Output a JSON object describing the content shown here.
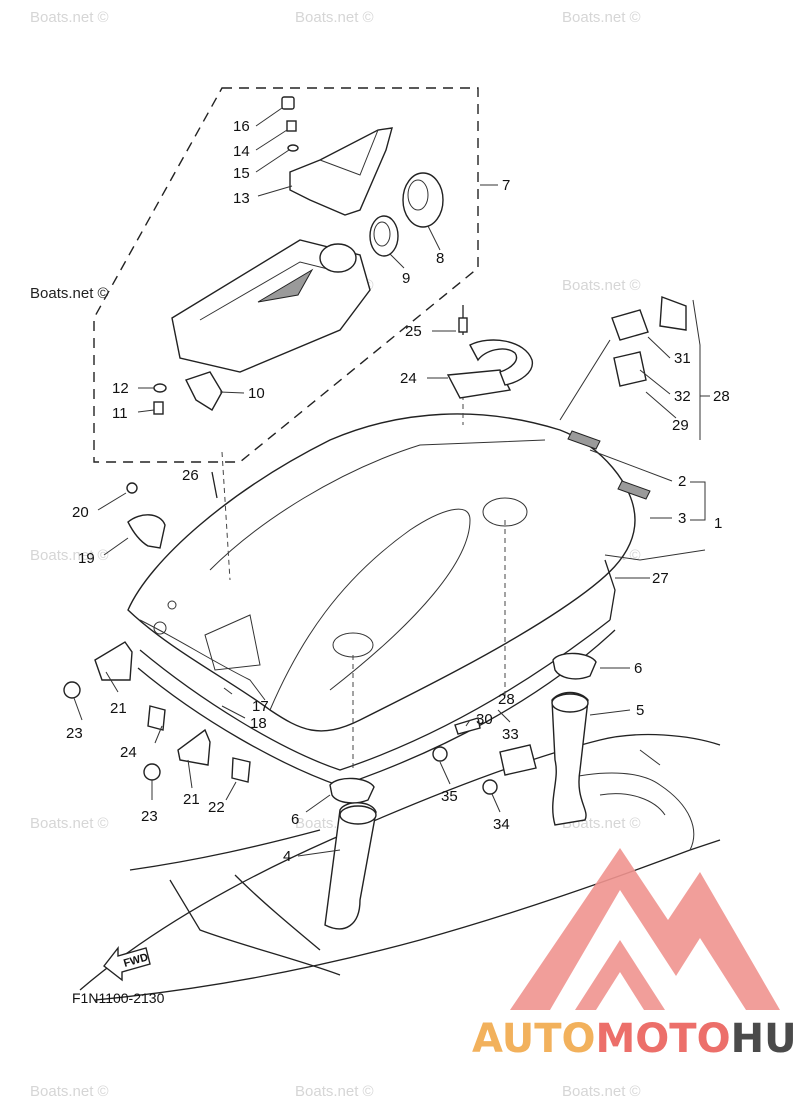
{
  "diagram": {
    "code": "F1N1100-2130",
    "fwd_label": "FWD",
    "watermark_text": "Boats.net ©",
    "parts": [
      {
        "id": "p16",
        "label": "16"
      },
      {
        "id": "p14",
        "label": "14"
      },
      {
        "id": "p15",
        "label": "15"
      },
      {
        "id": "p13",
        "label": "13"
      },
      {
        "id": "p7",
        "label": "7"
      },
      {
        "id": "p8",
        "label": "8"
      },
      {
        "id": "p9",
        "label": "9"
      },
      {
        "id": "p12",
        "label": "12"
      },
      {
        "id": "p10",
        "label": "10"
      },
      {
        "id": "p11",
        "label": "11"
      },
      {
        "id": "p25",
        "label": "25"
      },
      {
        "id": "p24a",
        "label": "24"
      },
      {
        "id": "p31",
        "label": "31"
      },
      {
        "id": "p32",
        "label": "32"
      },
      {
        "id": "p28a",
        "label": "28"
      },
      {
        "id": "p29",
        "label": "29"
      },
      {
        "id": "p26",
        "label": "26"
      },
      {
        "id": "p2",
        "label": "2"
      },
      {
        "id": "p3",
        "label": "3"
      },
      {
        "id": "p1",
        "label": "1"
      },
      {
        "id": "p20",
        "label": "20"
      },
      {
        "id": "p19",
        "label": "19"
      },
      {
        "id": "p27",
        "label": "27"
      },
      {
        "id": "p6a",
        "label": "6"
      },
      {
        "id": "p5",
        "label": "5"
      },
      {
        "id": "p23a",
        "label": "23"
      },
      {
        "id": "p21a",
        "label": "21"
      },
      {
        "id": "p17",
        "label": "17"
      },
      {
        "id": "p18",
        "label": "18"
      },
      {
        "id": "p28b",
        "label": "28"
      },
      {
        "id": "p30",
        "label": "30"
      },
      {
        "id": "p33",
        "label": "33"
      },
      {
        "id": "p24b",
        "label": "24"
      },
      {
        "id": "p21b",
        "label": "21"
      },
      {
        "id": "p22",
        "label": "22"
      },
      {
        "id": "p23b",
        "label": "23"
      },
      {
        "id": "p35",
        "label": "35"
      },
      {
        "id": "p34",
        "label": "34"
      },
      {
        "id": "p6b",
        "label": "6"
      },
      {
        "id": "p4",
        "label": "4"
      }
    ]
  },
  "branding": {
    "prefix": "AUTO",
    "middle": "MOTO",
    "suffix": "HUB",
    "colors": {
      "auto": "#f2b15c",
      "moto": "#ec6f6a",
      "hub": "#4a4a4a",
      "triangle": "#f0948f"
    }
  }
}
